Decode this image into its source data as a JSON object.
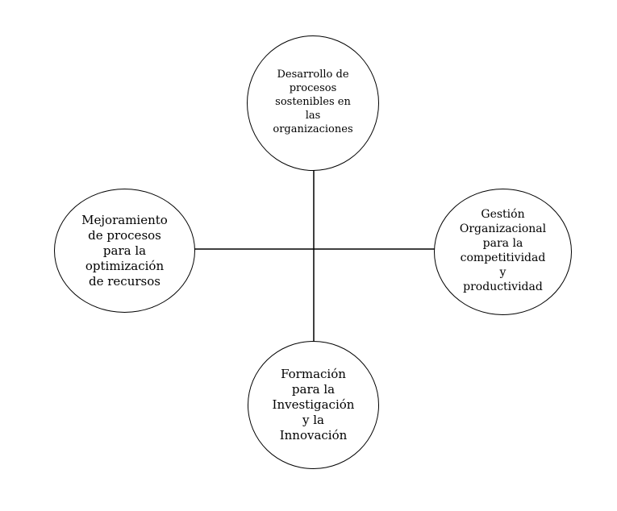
{
  "diagram": {
    "nodes": {
      "top": {
        "label": "Desarrollo de\nprocesos\nsostenibles en\nlas\norganizaciones"
      },
      "left": {
        "label": "Mejoramiento\nde procesos\npara la\noptimización\nde recursos"
      },
      "right": {
        "label": "Gestión\nOrganizacional\npara la\ncompetitividad\ny\nproductividad"
      },
      "bottom": {
        "label": "Formación\npara la\nInvestigación\ny la\nInnovación"
      }
    },
    "line_color": "#000000"
  }
}
